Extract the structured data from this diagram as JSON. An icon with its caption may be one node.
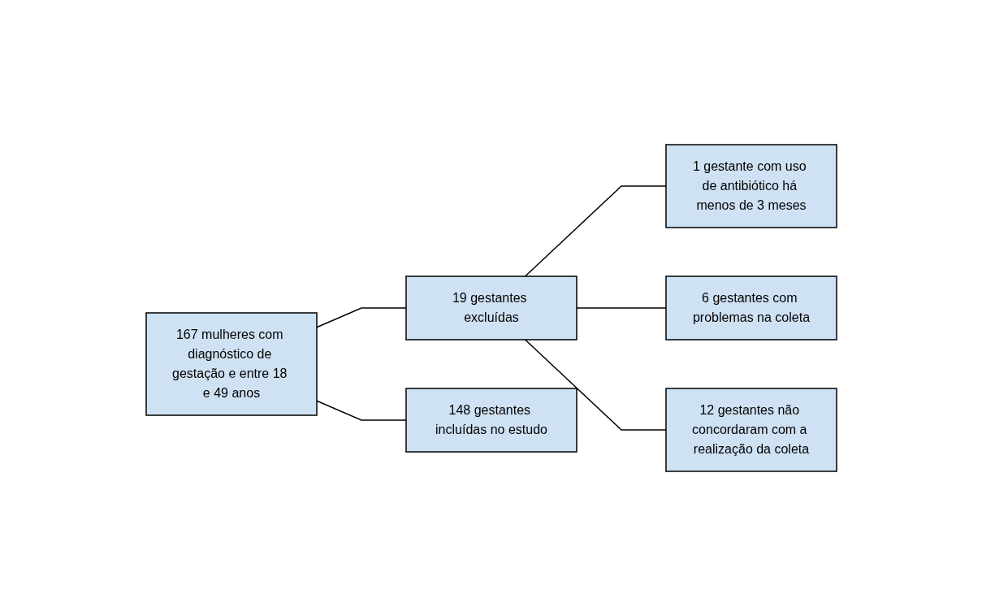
{
  "diagram": {
    "nodes": [
      {
        "text": [
          "167 mulheres com diagnóstico de gestação e entre 18 e 49 anos"
        ]
      },
      {
        "text": [
          "19 gestantes excluídas"
        ]
      },
      {
        "text": [
          "1 gestante com uso de antibiótico há menos de 3 meses"
        ]
      },
      {
        "text": [
          "6 gestantes com problemas na coleta"
        ]
      },
      {
        "text": [
          "12 gestantes não concordaram com a realização da coleta"
        ]
      },
      {
        "text": [
          "148 gestantes incluídas no estudo"
        ]
      }
    ],
    "edges": [
      {
        "from": 0,
        "to": 1,
        "arrow": "none"
      },
      {
        "from": 0,
        "to": 5,
        "arrow": "none"
      },
      {
        "from": 1,
        "to": 2,
        "arrow": "none"
      },
      {
        "from": 1,
        "to": 3,
        "arrow": "none"
      },
      {
        "from": 1,
        "to": 4,
        "arrow": "none"
      }
    ]
  }
}
